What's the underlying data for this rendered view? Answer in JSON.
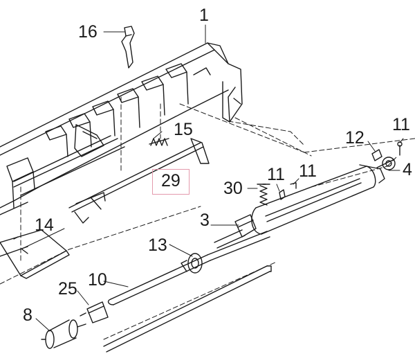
{
  "diagram": {
    "callouts": {
      "c1": "1",
      "c3": "3",
      "c4": "4",
      "c8": "8",
      "c10": "10",
      "c11a": "11",
      "c11b": "11",
      "c11c": "11",
      "c12": "12",
      "c13": "13",
      "c14": "14",
      "c15": "15",
      "c16": "16",
      "c25": "25",
      "c29": "29",
      "c30": "30"
    },
    "highlight_color": "#e49aac",
    "line_color": "#1a1a1a"
  }
}
